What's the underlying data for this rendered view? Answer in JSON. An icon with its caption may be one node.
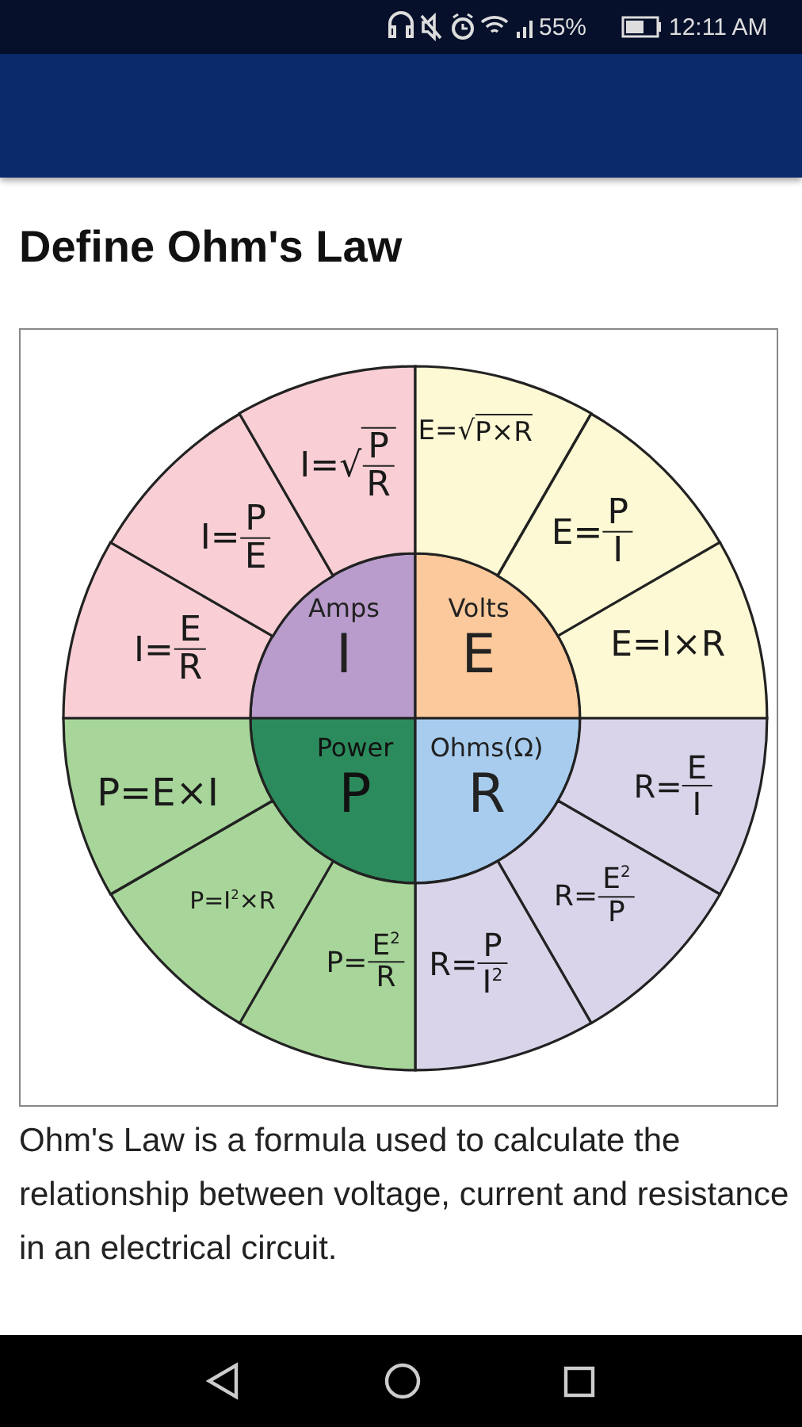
{
  "diagram": {
    "title": "Define Ohm's Law",
    "caption": "Ohm's Law is a formula used to calculate the relationship between voltage, current and resistance in an electrical circuit.",
    "nodes": [
      {
        "text": [
          "Amps",
          "I"
        ]
      },
      {
        "text": [
          "Volts",
          "E"
        ]
      },
      {
        "text": [
          "Power",
          "P"
        ]
      },
      {
        "text": [
          "Ohms(Ω)",
          "R"
        ]
      },
      {
        "text": [
          "I=",
          "E",
          "R"
        ]
      },
      {
        "text": [
          "I=",
          "P",
          "E"
        ]
      },
      {
        "text": [
          "I=√",
          "P",
          "R"
        ]
      },
      {
        "text": [
          "E=√",
          "P×R"
        ]
      },
      {
        "text": [
          "E=",
          "P",
          "I"
        ]
      },
      {
        "text": [
          "E=I×R"
        ]
      },
      {
        "text": [
          "R=",
          "E",
          "I"
        ]
      },
      {
        "text": [
          "R=",
          "E$^{2}$",
          "P"
        ]
      },
      {
        "text": [
          "R=",
          "P",
          "I$^{2}$"
        ]
      },
      {
        "text": [
          "P=",
          "E$^{2}$",
          "R"
        ]
      },
      {
        "text": [
          "P=I$^{2}$×R"
        ]
      },
      {
        "text": [
          "P=E×I"
        ]
      },
      {
        "text": [],
        "shape": "bar"
      }
    ],
    "labels": [
      "55%",
      "12:11 AM"
    ]
  }
}
